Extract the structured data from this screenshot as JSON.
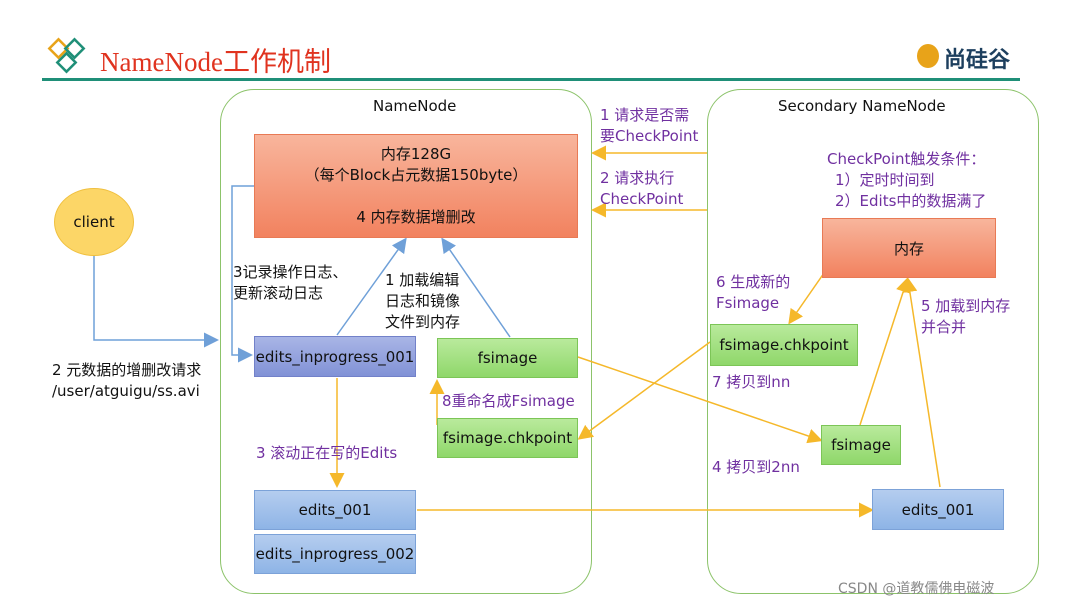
{
  "header": {
    "title": "NameNode工作机制",
    "brand": "尚硅谷"
  },
  "namenode": {
    "title": "NameNode",
    "memory_lines": [
      "内存128G",
      "（每个Block占元数据150byte）",
      "",
      "4 内存数据增删改"
    ],
    "edits_inprogress_001": "edits_inprogress_001",
    "fsimage": "fsimage",
    "fsimage_chkpoint": "fsimage.chkpoint",
    "edits_001": "edits_001",
    "edits_inprogress_002": "edits_inprogress_002"
  },
  "secondary": {
    "title": "Secondary NameNode",
    "trigger_lines": [
      "CheckPoint触发条件：",
      "1）定时时间到",
      "2）Edits中的数据满了"
    ],
    "memory": "内存",
    "fsimage_chkpoint": "fsimage.chkpoint",
    "fsimage": "fsimage",
    "edits_001": "edits_001"
  },
  "client": {
    "label": "client",
    "request_lines": [
      "2 元数据的增删改请求",
      "/user/atguigu/ss.avi"
    ]
  },
  "labels": {
    "step1_request": [
      "1 请求是否需",
      "要CheckPoint"
    ],
    "step2_execute": [
      "2 请求执行",
      "CheckPoint"
    ],
    "step3_log": [
      "3记录操作日志、",
      "更新滚动日志"
    ],
    "step1_load": [
      "1 加载编辑",
      "日志和镜像",
      "文件到内存"
    ],
    "step3_roll": "3 滚动正在写的Edits",
    "step8_rename": "8重命名成Fsimage",
    "step6_gen": [
      "6 生成新的",
      "Fsimage"
    ],
    "step5_load": [
      "5 加载到内存",
      "并合并"
    ],
    "step7_copy": "7 拷贝到nn",
    "step4_copy": "4 拷贝到2nn"
  },
  "watermark": "CSDN @道教儒佛电磁波",
  "colors": {
    "title_red": "#e0331f",
    "label_purple": "#7030a0",
    "arrow_blue": "#6fa0d8",
    "arrow_orange": "#f5b82a",
    "border_green": "#8cc36a"
  }
}
